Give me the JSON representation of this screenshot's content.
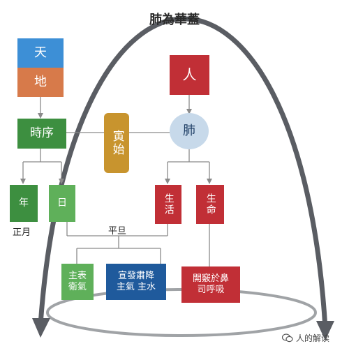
{
  "title": "肺為華蓋",
  "colors": {
    "blue": "#3d8fd6",
    "orange": "#d77a4a",
    "green": "#3d8f40",
    "light_green": "#5fb05a",
    "red": "#c12f36",
    "gold": "#c8942e",
    "lung_circle": "#c7d9ea",
    "navy": "#1f5a9c",
    "arrow": "#5a5d63",
    "line": "#8a8a8a"
  },
  "nodes": {
    "tian": "天",
    "di": "地",
    "shixu": "時序",
    "yinshi": "寅始",
    "ren": "人",
    "fei": "肺",
    "nian": "年",
    "ri": "日",
    "shenghuo": "生活",
    "shengming": "生命",
    "zhengyue": "正月",
    "pingdan": "平旦",
    "zhubiao": "主表衛氣",
    "xuanfa_line1": "宣發肅降",
    "xuanfa_line2": "主氣 主水",
    "kaiqiao_line1": "開竅於鼻",
    "kaiqiao_line2": "司呼吸"
  },
  "watermark": "人的解读"
}
